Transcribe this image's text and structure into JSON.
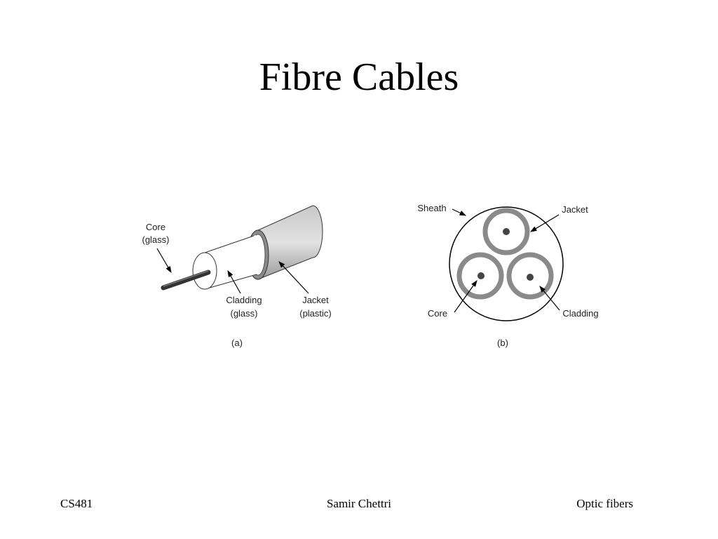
{
  "slide": {
    "title": "Fibre Cables"
  },
  "figure_a": {
    "core_label": [
      "Core",
      "(glass)"
    ],
    "cladding_label": [
      "Cladding",
      "(glass)"
    ],
    "jacket_label": [
      "Jacket",
      "(plastic)"
    ],
    "caption": "(a)"
  },
  "figure_b": {
    "sheath_label": "Sheath",
    "jacket_label": "Jacket",
    "core_label": "Core",
    "cladding_label": "Cladding",
    "caption": "(b)"
  },
  "footer": {
    "left": "CS481",
    "center": "Samir Chettri",
    "right": "Optic fibers"
  },
  "colors": {
    "jacket": "#8a8a8a",
    "core": "#444444"
  }
}
